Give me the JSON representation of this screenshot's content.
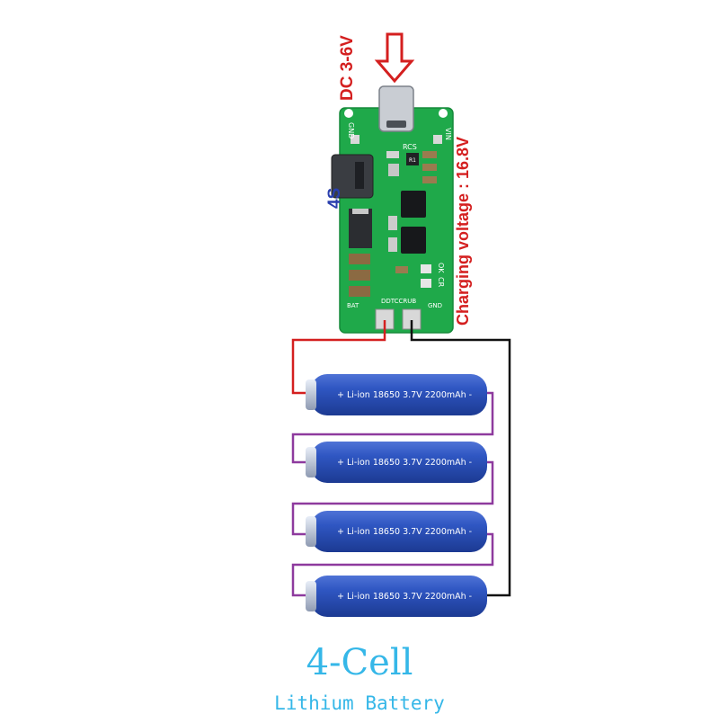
{
  "input_label": "DC 3-6V",
  "config_label": "4S",
  "charging_label": "Charging voltage : 16.8V",
  "board": {
    "pin_gnd_top": "GND",
    "pin_vin": "VIN",
    "rcs": "RCS",
    "resistor_code": "R1",
    "ok": "OK",
    "cr": "CR",
    "model": "DDTCCRUB",
    "bat": "BAT",
    "gnd": "GND"
  },
  "cell_label": "+ Li-ion 18650 3.7V 2200mAh -",
  "cells": [
    "+ Li-ion 18650 3.7V 2200mAh -",
    "+ Li-ion 18650 3.7V 2200mAh -",
    "+ Li-ion 18650 3.7V 2200mAh -",
    "+ Li-ion 18650 3.7V 2200mAh -"
  ],
  "title": "4-Cell",
  "subtitle": "Lithium Battery",
  "colors": {
    "pcb": "#1fa94a",
    "arrow": "#d41f1f",
    "battery": "#2c4fb8",
    "wire_red": "#d41f1f",
    "wire_black": "#111111",
    "wire_purple": "#8e3a9e",
    "caption": "#35b7e8"
  }
}
